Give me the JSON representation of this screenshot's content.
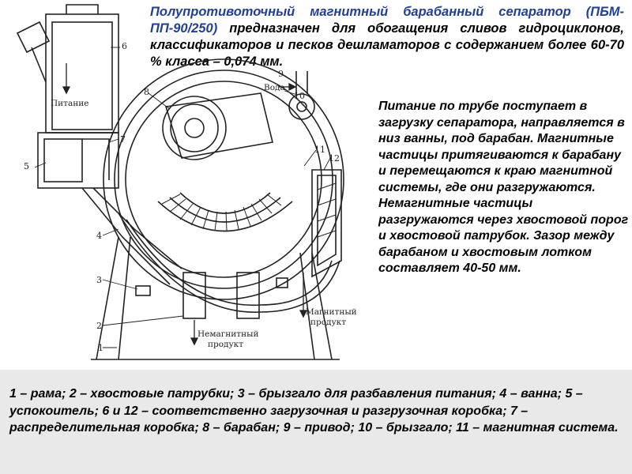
{
  "title": {
    "highlight": "Полупротивоточный магнитный барабанный сепаратор (ПБМ-ПП-90/250)",
    "rest": " предназначен для обогащения сливов гидроциклонов, классификаторов и песков дешламаторов с содержанием более 60-70 % класса – 0,074 мм."
  },
  "description": "Питание по трубе поступает в загрузку сепаратора, направляется в низ ванны, под барабан. Магнитные частицы притягиваются к барабану и перемещаются к краю магнитной системы, где они разгружаются. Немагнитные частицы разгружаются через хвостовой порог и хвостовой патрубок. Зазор между барабаном и хвостовым лотком составляет 40-50 мм.",
  "legend": "1 – рама; 2 – хвостовые патрубки; 3 – брызгало для разбавления питания; 4 – ванна; 5 – успокоитель; 6 и 12 – соответственно загрузочная и разгрузочная коробка; 7 – распределительная коробка; 8 – барабан; 9 – привод; 10 – брызгало; 11 – магнитная система.",
  "diagram": {
    "labels": {
      "feed": "Питание",
      "water": "Вода",
      "nonmagnetic_1": "Немагнитный",
      "nonmagnetic_2": "продукт",
      "magnetic_1": "Магнитный",
      "magnetic_2": "продукт"
    },
    "numbers": [
      "1",
      "2",
      "3",
      "4",
      "5",
      "6",
      "7",
      "8",
      "9",
      "10",
      "11",
      "12"
    ]
  }
}
